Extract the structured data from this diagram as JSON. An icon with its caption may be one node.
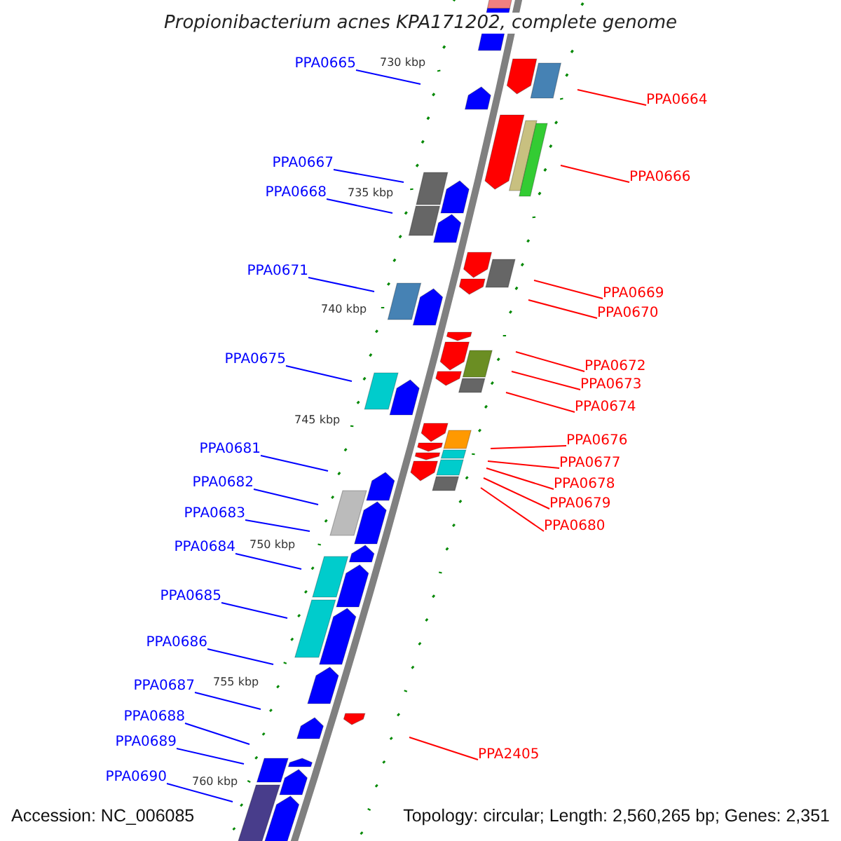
{
  "diagram": {
    "title": "Propionibacterium acnes KPA171202, complete genome",
    "nodes": [
      {
        "text": [
          "PPA0665"
        ]
      },
      {
        "text": [
          "PPA0664"
        ]
      },
      {
        "text": [
          "PPA0667"
        ]
      },
      {
        "text": [
          "PPA0666"
        ]
      },
      {
        "text": [
          "PPA0668"
        ]
      },
      {
        "text": [
          "PPA0671"
        ]
      },
      {
        "text": [
          "PPA0669"
        ]
      },
      {
        "text": [
          "PPA0670"
        ]
      },
      {
        "text": [
          "PPA0675"
        ]
      },
      {
        "text": [
          "PPA0672"
        ]
      },
      {
        "text": [
          "PPA0673"
        ]
      },
      {
        "text": [
          "PPA0674"
        ]
      },
      {
        "text": [
          "PPA0676"
        ]
      },
      {
        "text": [
          "PPA0681"
        ]
      },
      {
        "text": [
          "PPA0677"
        ]
      },
      {
        "text": [
          "PPA0682"
        ]
      },
      {
        "text": [
          "PPA0678"
        ]
      },
      {
        "text": [
          "PPA0679"
        ]
      },
      {
        "text": [
          "PPA0683"
        ]
      },
      {
        "text": [
          "PPA0680"
        ]
      },
      {
        "text": [
          "PPA0684"
        ]
      },
      {
        "text": [
          "PPA0685"
        ]
      },
      {
        "text": [
          "PPA0686"
        ]
      },
      {
        "text": [
          "PPA0687"
        ]
      },
      {
        "text": [
          "PPA0688"
        ]
      },
      {
        "text": [
          "PPA0689"
        ]
      },
      {
        "text": [
          "PPA2405"
        ]
      },
      {
        "text": [
          "PPA0690"
        ]
      }
    ],
    "edges": [
      {
        "from": 0,
        "to": null,
        "arrow": "none"
      },
      {
        "from": 1,
        "to": null,
        "arrow": "none",
        "color": "#ff0000"
      },
      {
        "from": 2,
        "to": null,
        "arrow": "none"
      },
      {
        "from": 3,
        "to": null,
        "arrow": "none",
        "color": "#ff0000"
      },
      {
        "from": 4,
        "to": null,
        "arrow": "none"
      },
      {
        "from": 5,
        "to": null,
        "arrow": "none"
      },
      {
        "from": 6,
        "to": null,
        "arrow": "none",
        "color": "#ff0000"
      },
      {
        "from": 7,
        "to": null,
        "arrow": "none",
        "color": "#ff0000"
      },
      {
        "from": 8,
        "to": null,
        "arrow": "none"
      },
      {
        "from": 9,
        "to": null,
        "arrow": "none",
        "color": "#ff0000"
      },
      {
        "from": 10,
        "to": null,
        "arrow": "none",
        "color": "#ff0000"
      },
      {
        "from": 11,
        "to": null,
        "arrow": "none",
        "color": "#ff0000"
      },
      {
        "from": 12,
        "to": null,
        "arrow": "none",
        "color": "#ff0000"
      },
      {
        "from": 13,
        "to": null,
        "arrow": "none"
      },
      {
        "from": 14,
        "to": null,
        "arrow": "none",
        "color": "#ff0000"
      },
      {
        "from": 15,
        "to": null,
        "arrow": "none"
      },
      {
        "from": 16,
        "to": null,
        "arrow": "none",
        "color": "#ff0000"
      },
      {
        "from": 17,
        "to": null,
        "arrow": "none",
        "color": "#ff0000"
      },
      {
        "from": 18,
        "to": null,
        "arrow": "none"
      },
      {
        "from": 19,
        "to": null,
        "arrow": "none",
        "color": "#ff0000"
      },
      {
        "from": 20,
        "to": null,
        "arrow": "none"
      },
      {
        "from": 21,
        "to": null,
        "arrow": "none"
      },
      {
        "from": 22,
        "to": null,
        "arrow": "none"
      },
      {
        "from": 23,
        "to": null,
        "arrow": "none"
      },
      {
        "from": 24,
        "to": null,
        "arrow": "none"
      },
      {
        "from": 25,
        "to": null,
        "arrow": "none"
      },
      {
        "from": 26,
        "to": null,
        "arrow": "none",
        "color": "#ff0000"
      },
      {
        "from": 27,
        "to": null,
        "arrow": "none"
      }
    ],
    "labels": [
      "730 kbp",
      "735 kbp",
      "740 kbp",
      "745 kbp",
      "750 kbp",
      "755 kbp",
      "760 kbp",
      "Accession: NC_006085",
      "Topology: circular; Length: 2,560,265 bp; Genes: 2,351"
    ]
  }
}
